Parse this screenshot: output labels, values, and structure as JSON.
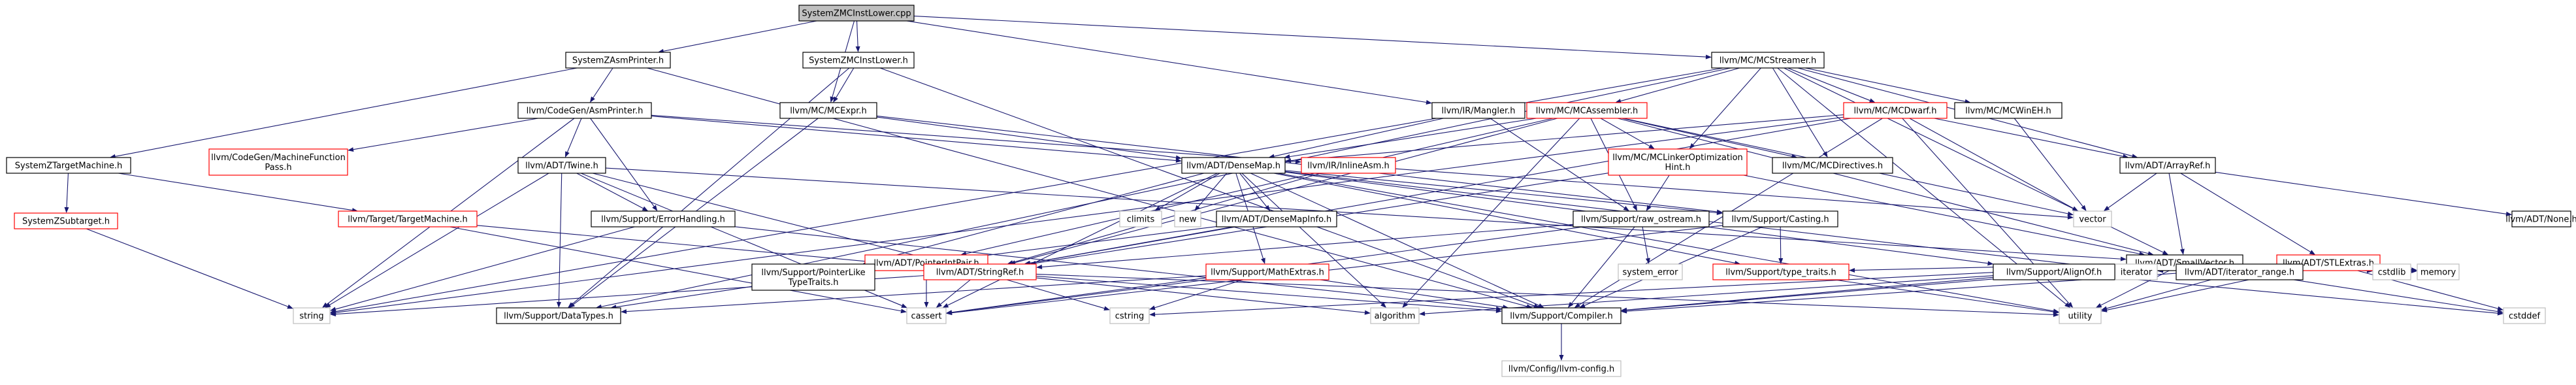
{
  "nodes": [
    {
      "id": "root",
      "lines": [
        "SystemZMCInstLower.cpp"
      ],
      "kind": "root"
    },
    {
      "id": "asmprinter_h",
      "lines": [
        "SystemZAsmPrinter.h"
      ],
      "kind": "normal"
    },
    {
      "id": "instlower_h",
      "lines": [
        "SystemZMCInstLower.h"
      ],
      "kind": "normal"
    },
    {
      "id": "mcstreamer",
      "lines": [
        "llvm/MC/MCStreamer.h"
      ],
      "kind": "normal"
    },
    {
      "id": "targetmachine_h",
      "lines": [
        "SystemZTargetMachine.h"
      ],
      "kind": "normal"
    },
    {
      "id": "codegen_asmprinter",
      "lines": [
        "llvm/CodeGen/AsmPrinter.h"
      ],
      "kind": "normal"
    },
    {
      "id": "mcexpr",
      "lines": [
        "llvm/MC/MCExpr.h"
      ],
      "kind": "normal"
    },
    {
      "id": "mangler",
      "lines": [
        "llvm/IR/Mangler.h"
      ],
      "kind": "normal"
    },
    {
      "id": "mcassembler",
      "lines": [
        "llvm/MC/MCAssembler.h"
      ],
      "kind": "missing"
    },
    {
      "id": "mcdwarf",
      "lines": [
        "llvm/MC/MCDwarf.h"
      ],
      "kind": "missing"
    },
    {
      "id": "mcwinEH",
      "lines": [
        "llvm/MC/MCWinEH.h"
      ],
      "kind": "normal"
    },
    {
      "id": "subtarget_h",
      "lines": [
        "SystemZSubtarget.h"
      ],
      "kind": "missing"
    },
    {
      "id": "machinefunctionpass",
      "lines": [
        "llvm/CodeGen/MachineFunction",
        "Pass.h"
      ],
      "kind": "missing"
    },
    {
      "id": "twine",
      "lines": [
        "llvm/ADT/Twine.h"
      ],
      "kind": "normal"
    },
    {
      "id": "densemap",
      "lines": [
        "llvm/ADT/DenseMap.h"
      ],
      "kind": "normal"
    },
    {
      "id": "inlineasm",
      "lines": [
        "llvm/IR/InlineAsm.h"
      ],
      "kind": "missing"
    },
    {
      "id": "linkeropt",
      "lines": [
        "llvm/MC/MCLinkerOptimization",
        "Hint.h"
      ],
      "kind": "missing"
    },
    {
      "id": "mcdirectives",
      "lines": [
        "llvm/MC/MCDirectives.h"
      ],
      "kind": "normal"
    },
    {
      "id": "arrayref",
      "lines": [
        "llvm/ADT/ArrayRef.h"
      ],
      "kind": "normal"
    },
    {
      "id": "target_targetmachine",
      "lines": [
        "llvm/Target/TargetMachine.h"
      ],
      "kind": "missing"
    },
    {
      "id": "errorhandling",
      "lines": [
        "llvm/Support/ErrorHandling.h"
      ],
      "kind": "normal"
    },
    {
      "id": "pointerintpair",
      "lines": [
        "llvm/ADT/PointerIntPair.h"
      ],
      "kind": "missing"
    },
    {
      "id": "climits",
      "lines": [
        "climits"
      ],
      "kind": "sys"
    },
    {
      "id": "new",
      "lines": [
        "new"
      ],
      "kind": "sys"
    },
    {
      "id": "densemapinfo",
      "lines": [
        "llvm/ADT/DenseMapInfo.h"
      ],
      "kind": "normal"
    },
    {
      "id": "raw_ostream",
      "lines": [
        "llvm/Support/raw_ostream.h"
      ],
      "kind": "normal"
    },
    {
      "id": "casting",
      "lines": [
        "llvm/Support/Casting.h"
      ],
      "kind": "normal"
    },
    {
      "id": "vector",
      "lines": [
        "vector"
      ],
      "kind": "sys"
    },
    {
      "id": "smallvector",
      "lines": [
        "llvm/ADT/SmallVector.h"
      ],
      "kind": "normal"
    },
    {
      "id": "stlextras",
      "lines": [
        "llvm/ADT/STLExtras.h"
      ],
      "kind": "missing"
    },
    {
      "id": "none",
      "lines": [
        "llvm/ADT/None.h"
      ],
      "kind": "normal"
    },
    {
      "id": "pointerliketypetraits",
      "lines": [
        "llvm/Support/PointerLike",
        "TypeTraits.h"
      ],
      "kind": "normal"
    },
    {
      "id": "stringref",
      "lines": [
        "llvm/ADT/StringRef.h"
      ],
      "kind": "missing"
    },
    {
      "id": "mathextras",
      "lines": [
        "llvm/Support/MathExtras.h"
      ],
      "kind": "missing"
    },
    {
      "id": "system_error",
      "lines": [
        "system_error"
      ],
      "kind": "sys"
    },
    {
      "id": "type_traits",
      "lines": [
        "llvm/Support/type_traits.h"
      ],
      "kind": "missing"
    },
    {
      "id": "alignof",
      "lines": [
        "llvm/Support/AlignOf.h"
      ],
      "kind": "normal"
    },
    {
      "id": "iterator",
      "lines": [
        "iterator"
      ],
      "kind": "sys"
    },
    {
      "id": "iterator_range",
      "lines": [
        "llvm/ADT/iterator_range.h"
      ],
      "kind": "normal"
    },
    {
      "id": "cstdlib",
      "lines": [
        "cstdlib"
      ],
      "kind": "sys"
    },
    {
      "id": "memory",
      "lines": [
        "memory"
      ],
      "kind": "sys"
    },
    {
      "id": "string",
      "lines": [
        "string"
      ],
      "kind": "sys"
    },
    {
      "id": "datatypes",
      "lines": [
        "llvm/Support/DataTypes.h"
      ],
      "kind": "normal"
    },
    {
      "id": "cassert",
      "lines": [
        "cassert"
      ],
      "kind": "sys"
    },
    {
      "id": "cstring",
      "lines": [
        "cstring"
      ],
      "kind": "sys"
    },
    {
      "id": "algorithm",
      "lines": [
        "algorithm"
      ],
      "kind": "sys"
    },
    {
      "id": "compiler",
      "lines": [
        "llvm/Support/Compiler.h"
      ],
      "kind": "normal"
    },
    {
      "id": "utility",
      "lines": [
        "utility"
      ],
      "kind": "sys"
    },
    {
      "id": "cstddef",
      "lines": [
        "cstddef"
      ],
      "kind": "sys"
    },
    {
      "id": "llvm_config",
      "lines": [
        "llvm/Config/llvm-config.h"
      ],
      "kind": "sys"
    }
  ],
  "colors": {
    "root_fill": "#bfbfbf",
    "node_border": "#000000",
    "missing_border": "#ff0000",
    "sys_border": "#bfbfbf",
    "sys_text": "#000000",
    "edge": "#191970"
  }
}
